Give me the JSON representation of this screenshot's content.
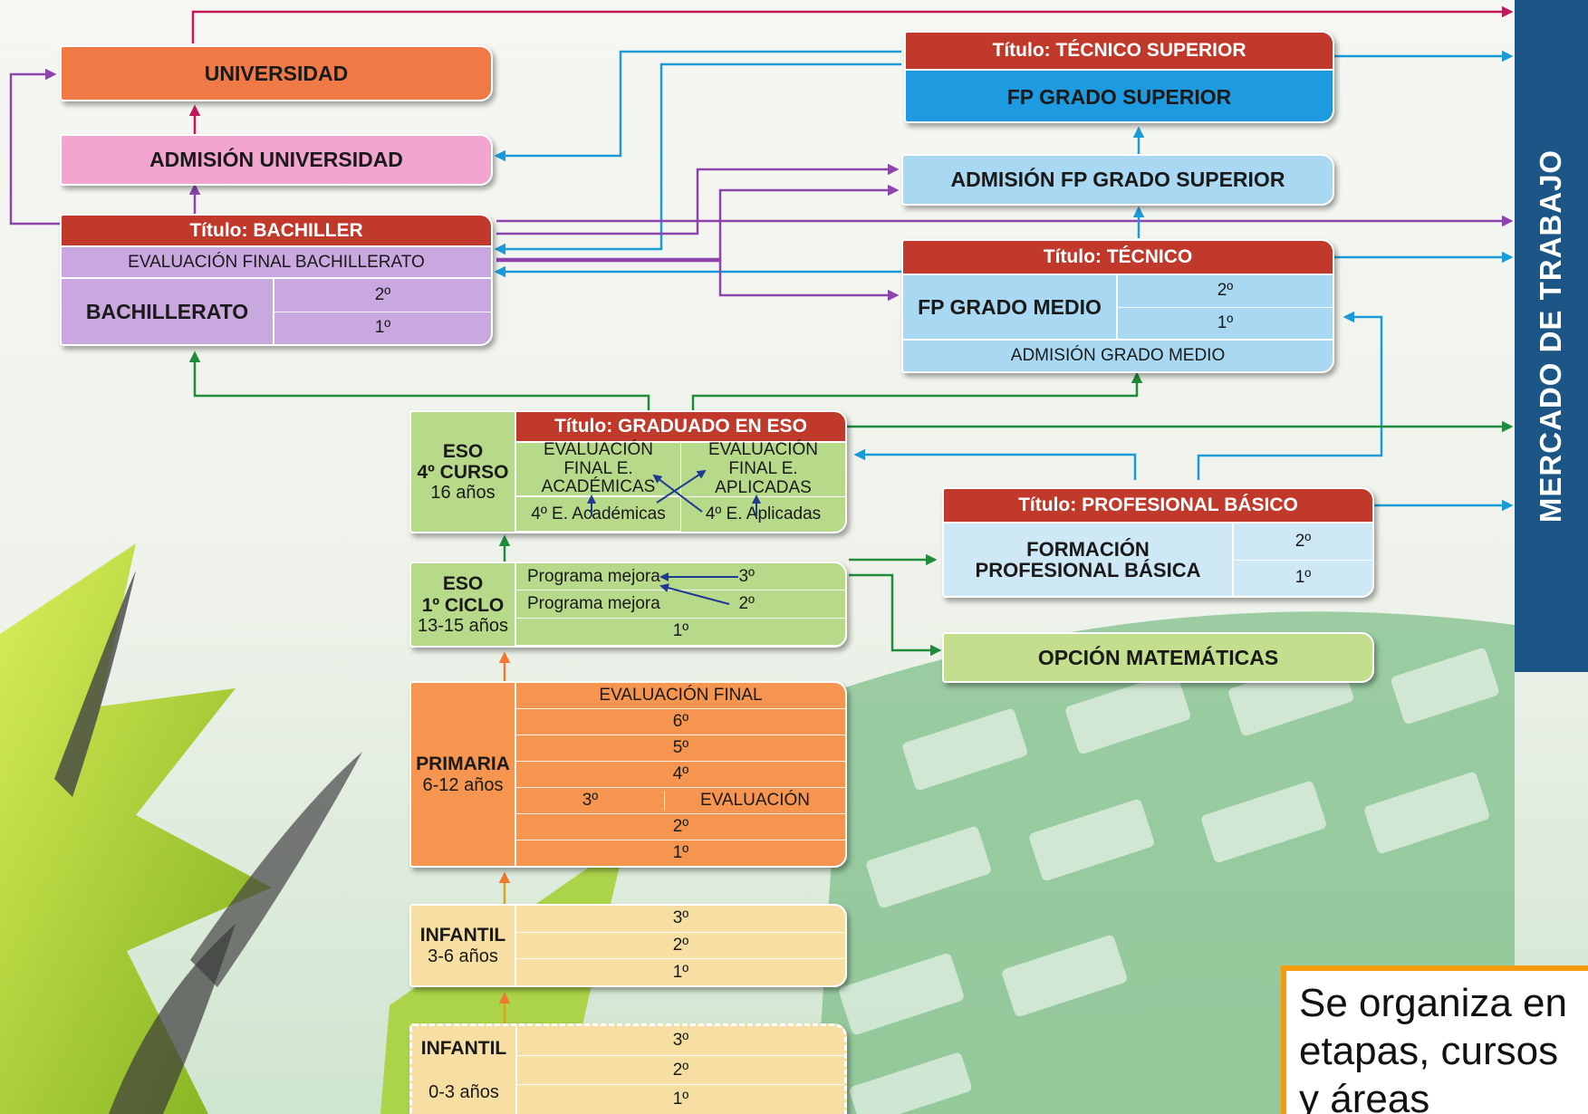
{
  "colors": {
    "red": "#c0392b",
    "orange": "#ef7a45",
    "pink": "#f2a6cf",
    "lilac": "#c9a8df",
    "blue_dark": "#1e9be0",
    "blue_light": "#a9d8f3",
    "green": "#b7d98a",
    "peach": "#f5954f",
    "cream": "#f7dea2",
    "navy": "#1b5687"
  },
  "universidad": {
    "label": "UNIVERSIDAD"
  },
  "admision_universidad": {
    "label": "ADMISIÓN UNIVERSIDAD"
  },
  "bachillerato": {
    "title": "Título: BACHILLER",
    "evaluation": "EVALUACIÓN FINAL BACHILLERATO",
    "label": "BACHILLERATO",
    "courses": [
      "2º",
      "1º"
    ]
  },
  "fp_superior": {
    "title": "Título: TÉCNICO SUPERIOR",
    "label": "FP GRADO SUPERIOR"
  },
  "admision_fp_superior": {
    "label": "ADMISIÓN FP GRADO SUPERIOR"
  },
  "fp_medio": {
    "title": "Título: TÉCNICO",
    "label": "FP GRADO MEDIO",
    "courses": [
      "2º",
      "1º"
    ],
    "admission": "ADMISIÓN GRADO MEDIO"
  },
  "eso4": {
    "stage": "ESO",
    "course": "4º CURSO",
    "age": "16 años",
    "title": "Título: GRADUADO EN ESO",
    "eval_academicas": "EVALUACIÓN FINAL E. ACADÉMICAS",
    "eval_aplicadas": "EVALUACIÓN FINAL E. APLICADAS",
    "academicas": "4º E. Académicas",
    "aplicadas": "4º E. Aplicadas"
  },
  "eso1": {
    "stage": "ESO",
    "cycle": "1º CICLO",
    "age": "13-15 años",
    "programa_1": "Programa mejora",
    "programa_2": "Programa mejora",
    "course_3": "3º",
    "course_2": "2º",
    "course_1": "1º"
  },
  "fp_basica": {
    "title": "Título: PROFESIONAL BÁSICO",
    "label": "FORMACIÓN PROFESIONAL BÁSICA",
    "courses": [
      "2º",
      "1º"
    ]
  },
  "opcion_matematicas": {
    "label": "OPCIÓN MATEMÁTICAS"
  },
  "primaria": {
    "stage": "PRIMARIA",
    "age": "6-12 años",
    "evaluation_final": "EVALUACIÓN FINAL",
    "c6": "6º",
    "c5": "5º",
    "c4": "4º",
    "c3": "3º",
    "evaluation": "EVALUACIÓN",
    "c2": "2º",
    "c1": "1º"
  },
  "infantil_3_6": {
    "stage": "INFANTIL",
    "age": "3-6 años",
    "courses": [
      "3º",
      "2º",
      "1º"
    ]
  },
  "infantil_0_3": {
    "stage": "INFANTIL",
    "age": "0-3 años",
    "courses": [
      "3º",
      "2º",
      "1º"
    ]
  },
  "mercado": {
    "label": "MERCADO DE TRABAJO"
  },
  "note": {
    "text": "Se organiza en etapas, cursos y áreas"
  }
}
